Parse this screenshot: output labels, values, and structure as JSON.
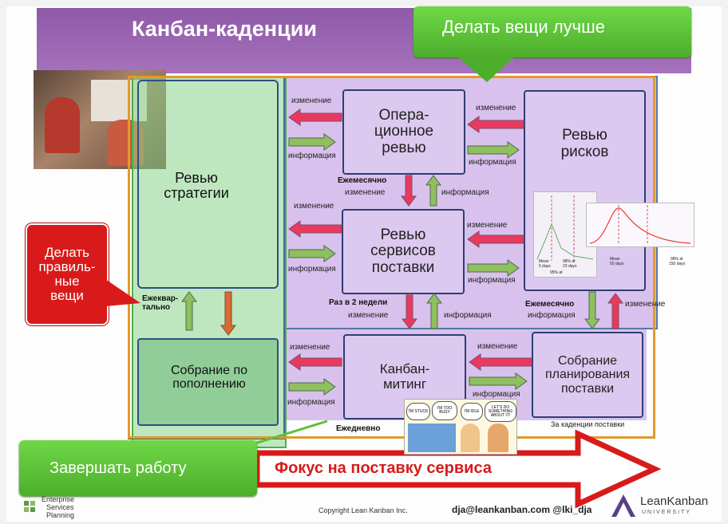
{
  "title": "Канбан-каденции",
  "callouts": {
    "better": "Делать вещи лучше",
    "right": "Делать правиль-ные вещи",
    "finish": "Завершать работу",
    "focus": "Фокус на поставку сервиса"
  },
  "boxes": {
    "strategy": "Ревью стратегии",
    "operations": "Опера-ционное ревью",
    "risk": "Ревью рисков",
    "service": "Ревью сервисов поставки",
    "replenishment": "Собрание по пополнению",
    "kanban": "Канбан-митинг",
    "planning": "Собрание планирования поставки"
  },
  "labels": {
    "change": "изменение",
    "info": "информация",
    "monthly": "Ежемесячно",
    "quarterly": "Ежеквар-тально",
    "biweekly": "Раз в 2 недели",
    "daily": "Ежедневно",
    "cadence": "За каденции поставки"
  },
  "chart_labels": {
    "pct95": "95% at",
    "pct98": "98% at",
    "mean": "Mean",
    "days5": "5 days",
    "days23": "23 days",
    "days50": "50 days",
    "days150": "150 days",
    "pct98b": "98% at"
  },
  "footer": {
    "copyright": "Copyright Lean Kanban Inc.",
    "contact": "dja@leankanban.com @lki_dja",
    "lk_brand": "LeanKanban",
    "lk_sub": "UNIVERSITY",
    "esp1": "Enterprise",
    "esp2": "Services",
    "esp3": "Planning"
  },
  "comic": {
    "b1": "I'M STUCK",
    "b2": "I'M TOO BUSY",
    "b3": "I'M IDLE",
    "b4": "LET'S DO SOMETHING ABOUT IT!"
  },
  "colors": {
    "title_bar": "#a06cb8",
    "green_callout": "#5bc236",
    "red_callout": "#d91a1a",
    "change_arrow": "#e83a5e",
    "info_arrow": "#8fbf5f"
  }
}
